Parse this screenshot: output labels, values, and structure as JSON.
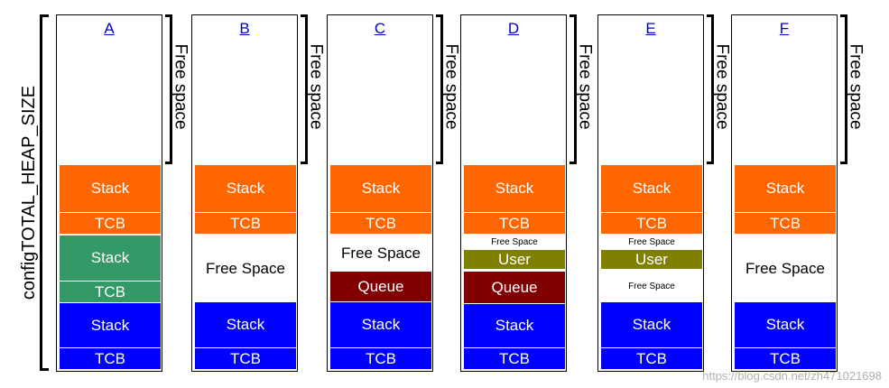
{
  "heap_label": "configTOTAL_HEAP_SIZE",
  "free_space_label": "Free space",
  "colors": {
    "orange": "#ff6600",
    "green": "#339966",
    "blue": "#0000ff",
    "maroon": "#800000",
    "olive": "#808000"
  },
  "columns": [
    {
      "label": "A",
      "blocks": [
        {
          "text": "Stack",
          "kind": "orange"
        },
        {
          "text": "TCB",
          "kind": "orange"
        },
        {
          "text": "Stack",
          "kind": "green"
        },
        {
          "text": "TCB",
          "kind": "green"
        },
        {
          "text": "Stack",
          "kind": "blue"
        },
        {
          "text": "TCB",
          "kind": "blue"
        }
      ]
    },
    {
      "label": "B",
      "blocks": [
        {
          "text": "Stack",
          "kind": "orange"
        },
        {
          "text": "TCB",
          "kind": "orange"
        },
        {
          "text": "Free Space",
          "kind": "free"
        },
        {
          "text": "Stack",
          "kind": "blue"
        },
        {
          "text": "TCB",
          "kind": "blue"
        }
      ]
    },
    {
      "label": "C",
      "blocks": [
        {
          "text": "Stack",
          "kind": "orange"
        },
        {
          "text": "TCB",
          "kind": "orange"
        },
        {
          "text": "Free Space",
          "kind": "free"
        },
        {
          "text": "Queue",
          "kind": "maroon"
        },
        {
          "text": "Stack",
          "kind": "blue"
        },
        {
          "text": "TCB",
          "kind": "blue"
        }
      ]
    },
    {
      "label": "D",
      "blocks": [
        {
          "text": "Stack",
          "kind": "orange"
        },
        {
          "text": "TCB",
          "kind": "orange"
        },
        {
          "text": "Free Space",
          "kind": "free-small"
        },
        {
          "text": "User",
          "kind": "olive"
        },
        {
          "text": "Queue",
          "kind": "maroon"
        },
        {
          "text": "Stack",
          "kind": "blue"
        },
        {
          "text": "TCB",
          "kind": "blue"
        }
      ]
    },
    {
      "label": "E",
      "blocks": [
        {
          "text": "Stack",
          "kind": "orange"
        },
        {
          "text": "TCB",
          "kind": "orange"
        },
        {
          "text": "Free Space",
          "kind": "free-small"
        },
        {
          "text": "User",
          "kind": "olive"
        },
        {
          "text": "Free Space",
          "kind": "free-small"
        },
        {
          "text": "Stack",
          "kind": "blue"
        },
        {
          "text": "TCB",
          "kind": "blue"
        }
      ]
    },
    {
      "label": "F",
      "blocks": [
        {
          "text": "Stack",
          "kind": "orange"
        },
        {
          "text": "TCB",
          "kind": "orange"
        },
        {
          "text": "Free Space",
          "kind": "free"
        },
        {
          "text": "Stack",
          "kind": "blue"
        },
        {
          "text": "TCB",
          "kind": "blue"
        }
      ]
    }
  ],
  "watermark": "https://blog.csdn.net/zh471021698"
}
